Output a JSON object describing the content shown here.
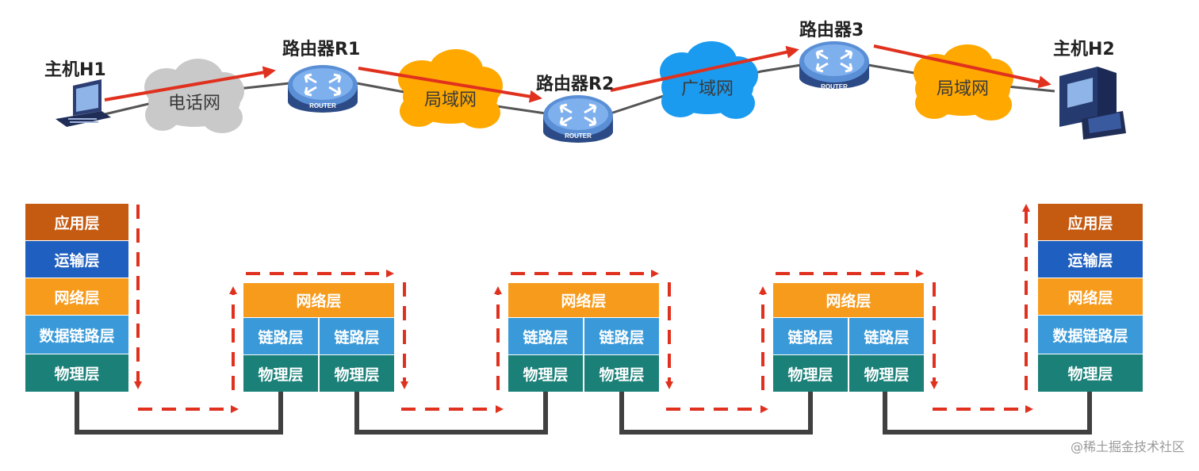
{
  "devices": {
    "h1": "主机H1",
    "r1": "路由器R1",
    "r2": "路由器R2",
    "r3": "路由器3",
    "h2": "主机H2",
    "router_tag": "ROUTER"
  },
  "clouds": {
    "phone": "电话网",
    "lan1": "局域网",
    "wan": "广域网",
    "lan2": "局域网"
  },
  "layers": {
    "application": "应用层",
    "transport": "运输层",
    "network": "网络层",
    "datalink": "数据链路层",
    "physical": "物理层",
    "link": "链路层"
  },
  "colors": {
    "application": "#c55a11",
    "transport": "#1f5fbf",
    "network": "#f79b1c",
    "datalink": "#3a9ad9",
    "physical": "#1a8078",
    "arrow": "#e0301e",
    "wire": "#404040",
    "phone_cloud": "#c9c9c9",
    "lan_cloud": "#ffa800",
    "wan_cloud": "#1a9bf0"
  },
  "watermark": "@稀土掘金技术社区"
}
